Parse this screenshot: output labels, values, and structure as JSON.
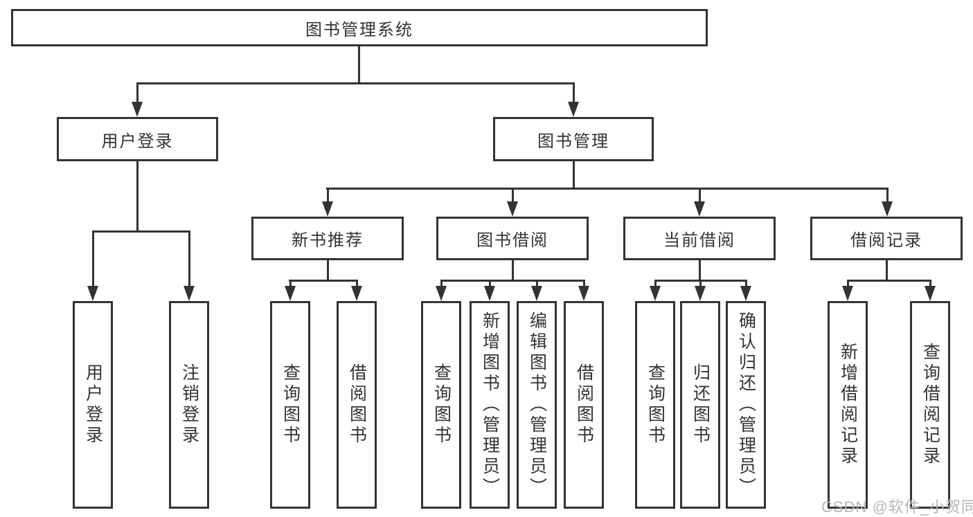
{
  "tree": {
    "root": {
      "label": "图书管理系统"
    },
    "branches": [
      {
        "label": "用户登录",
        "leaves": [
          {
            "label": "用户登录"
          },
          {
            "label": "注销登录"
          }
        ]
      },
      {
        "label": "图书管理",
        "groups": [
          {
            "label": "新书推荐",
            "leaves": [
              {
                "label": "查询图书"
              },
              {
                "label": "借阅图书"
              }
            ]
          },
          {
            "label": "图书借阅",
            "leaves": [
              {
                "label": "查询图书"
              },
              {
                "label": "新增图书（管理员）"
              },
              {
                "label": "编辑图书（管理员）"
              },
              {
                "label": "借阅图书"
              }
            ]
          },
          {
            "label": "当前借阅",
            "leaves": [
              {
                "label": "查询图书"
              },
              {
                "label": "归还图书"
              },
              {
                "label": "确认归还（管理员）"
              }
            ]
          },
          {
            "label": "借阅记录",
            "leaves": [
              {
                "label": "新增借阅记录"
              },
              {
                "label": "查询借阅记录"
              }
            ]
          }
        ]
      }
    ]
  },
  "colors": {
    "line": "#333333",
    "text": "#333333",
    "watermark": "#b2b2b2"
  },
  "watermark": {
    "text": "CSDN @软件_小贺同学"
  }
}
